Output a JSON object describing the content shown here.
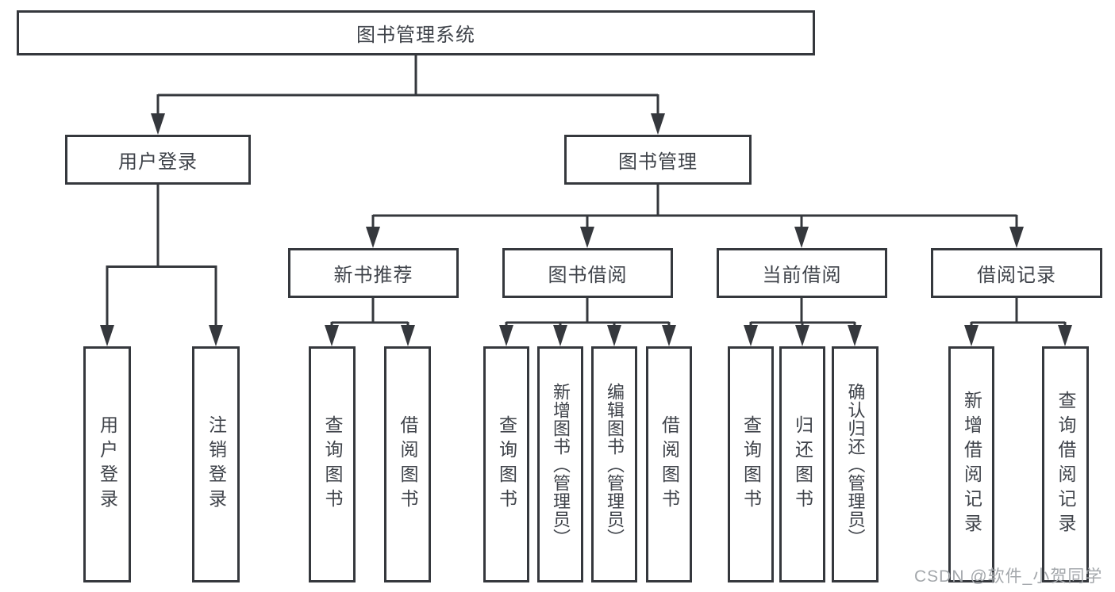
{
  "tree": {
    "root": "图书管理系统",
    "login": {
      "label": "用户登录",
      "children": [
        "用户登录",
        "注销登录"
      ]
    },
    "mgmt": {
      "label": "图书管理"
    },
    "sections": [
      {
        "label": "新书推荐",
        "children": [
          "查询图书",
          "借阅图书"
        ]
      },
      {
        "label": "图书借阅",
        "children": [
          "查询图书",
          "新增图书（管理员）",
          "编辑图书（管理员）",
          "借阅图书"
        ]
      },
      {
        "label": "当前借阅",
        "children": [
          "查询图书",
          "归还图书",
          "确认归还（管理员）"
        ]
      },
      {
        "label": "借阅记录",
        "children": [
          "新增借阅记录",
          "查询借阅记录"
        ]
      }
    ],
    "watermark": "CSDN @软件_小贺同学"
  },
  "colors": {
    "line": "#35383d",
    "text": "#3f434a",
    "watermark": "#a3a7ab",
    "background": "#ffffff"
  }
}
